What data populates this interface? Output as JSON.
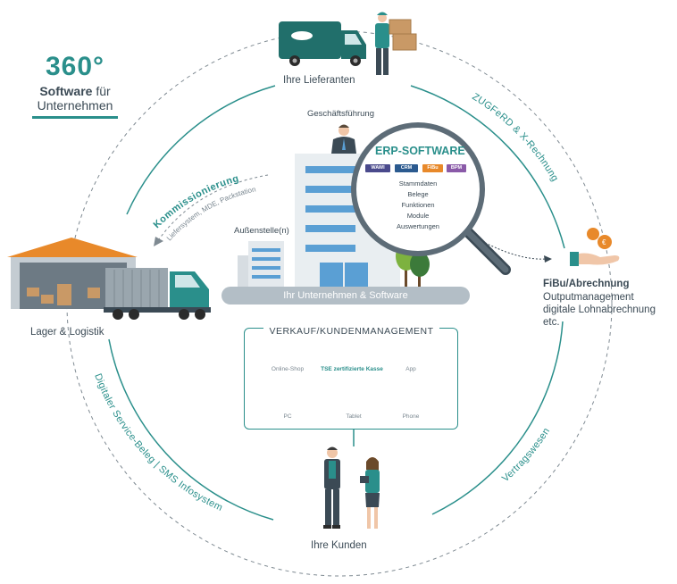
{
  "badge": {
    "number": "360°",
    "word_bold": "Software",
    "word_rest": "für",
    "line3": "Unternehmen"
  },
  "nodes": {
    "suppliers": "Ihre Lieferanten",
    "logistics": "Lager & Logistik",
    "customers": "Ihre Kunden",
    "management": "Geschäftsführung",
    "branch": "Außenstelle(n)",
    "company_bar": "Ihr Unternehmen & Software"
  },
  "arcs": {
    "commissioning": "Kommissionierung",
    "commissioning_sub": "Liefersystem, MDE, Packstation",
    "zugferd": "ZUGFeRD & X-Rechnung",
    "service": "Digitaler Service-Beleg  |  SMS Infosystem",
    "contracts": "Vertragswesen"
  },
  "erp": {
    "title": "ERP-SOFTWARE",
    "chips": [
      {
        "label": "WAWI",
        "color": "#4a4a8c"
      },
      {
        "label": "CRM",
        "color": "#2b5a8f"
      },
      {
        "label": "FiBu",
        "color": "#e8892a"
      },
      {
        "label": "BPM",
        "color": "#8a5aa8"
      }
    ],
    "items": [
      "Stammdaten",
      "Belege",
      "Funktionen",
      "Module",
      "Auswertungen"
    ]
  },
  "fibu": {
    "title": "FiBu/Abrechnung",
    "lines": [
      "Outputmanagement",
      "digitale Lohnabrechnung",
      "etc."
    ]
  },
  "sales": {
    "title": "VERKAUF/KUNDENMANAGEMENT",
    "devices": [
      "Online-Shop",
      "TSE zertifizierte Kasse",
      "App",
      "PC",
      "Tablet",
      "Phone"
    ]
  },
  "colors": {
    "teal": "#2a8f8b",
    "dark": "#3b4a55",
    "grey": "#b3bec6",
    "blue_window": "#5a9fd4"
  }
}
